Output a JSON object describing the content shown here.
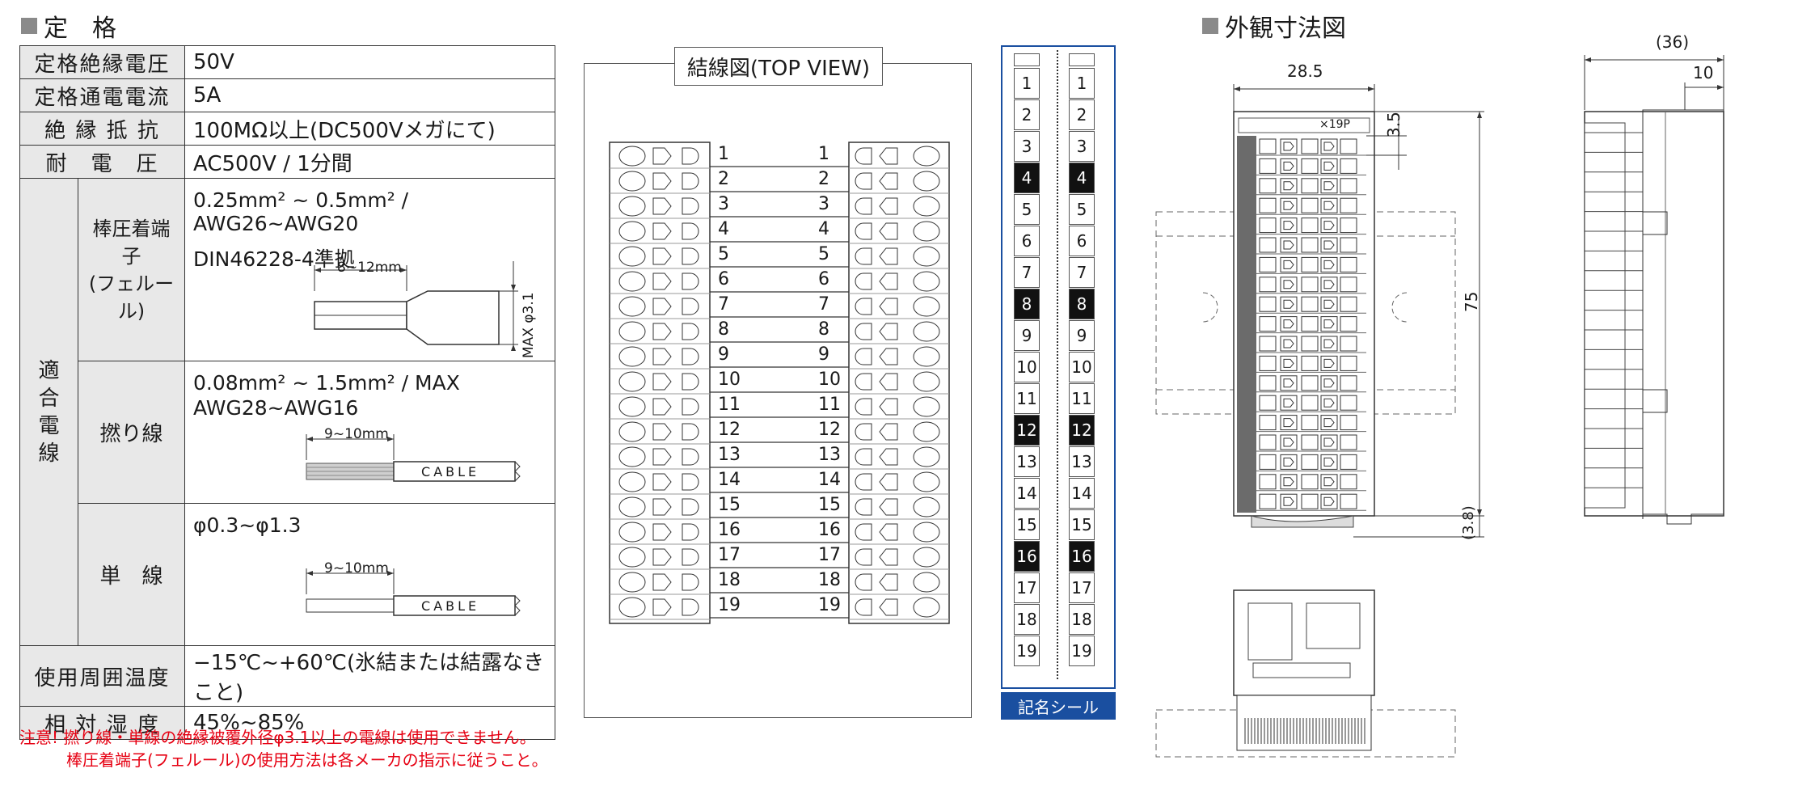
{
  "spec": {
    "title": "定　格",
    "rows": [
      {
        "label": "定格絶縁電圧",
        "value": "50V"
      },
      {
        "label": "定格通電電流",
        "value": "5A"
      },
      {
        "label": "絶 縁 抵 抗",
        "value": "100MΩ以上(DC500Vメガにて)"
      },
      {
        "label": "耐　電　圧",
        "value": "AC500V / 1分間"
      }
    ],
    "wire_group_label": "適合電線",
    "ferrule": {
      "label": "棒圧着端子\n(フェルール)",
      "line1": "0.25mm² ~ 0.5mm² / AWG26~AWG20",
      "line2": "DIN46228-4準拠",
      "strip": "8~12mm",
      "max": "MAX φ3.1"
    },
    "stranded": {
      "label": "撚り線",
      "line1": "0.08mm² ~ 1.5mm² / MAX",
      "line2": "AWG28~AWG16",
      "strip": "9~10mm",
      "cable": "CABLE"
    },
    "solid": {
      "label": "単　線",
      "line1": "φ0.3~φ1.3",
      "strip": "9~10mm",
      "cable": "CABLE"
    },
    "temp": {
      "label": "使用周囲温度",
      "value": "−15℃~+60℃(氷結または結露なきこと)"
    },
    "humidity": {
      "label": "相 対 湿 度",
      "value": "45%~85%"
    }
  },
  "notes": {
    "line1": "注意! 撚り線・単線の絶縁被覆外径φ3.1以上の電線は使用できません。",
    "line2": "棒圧着端子(フェルール)の使用方法は各メーカの指示に従うこと。"
  },
  "wiring": {
    "title": "結線図(TOP VIEW)",
    "pins": [
      "1",
      "2",
      "3",
      "4",
      "5",
      "6",
      "7",
      "8",
      "9",
      "10",
      "11",
      "12",
      "13",
      "14",
      "15",
      "16",
      "17",
      "18",
      "19"
    ]
  },
  "marker": {
    "label": "記名シール",
    "highlighted": [
      "4",
      "8",
      "12",
      "16"
    ]
  },
  "dimensions": {
    "title": "外観寸法図",
    "width": "28.5",
    "pitch": "3.5",
    "pins_label": "×19P",
    "height": "75",
    "bottom": "(3.8)",
    "depth": "(36)",
    "depth_inner": "10"
  }
}
